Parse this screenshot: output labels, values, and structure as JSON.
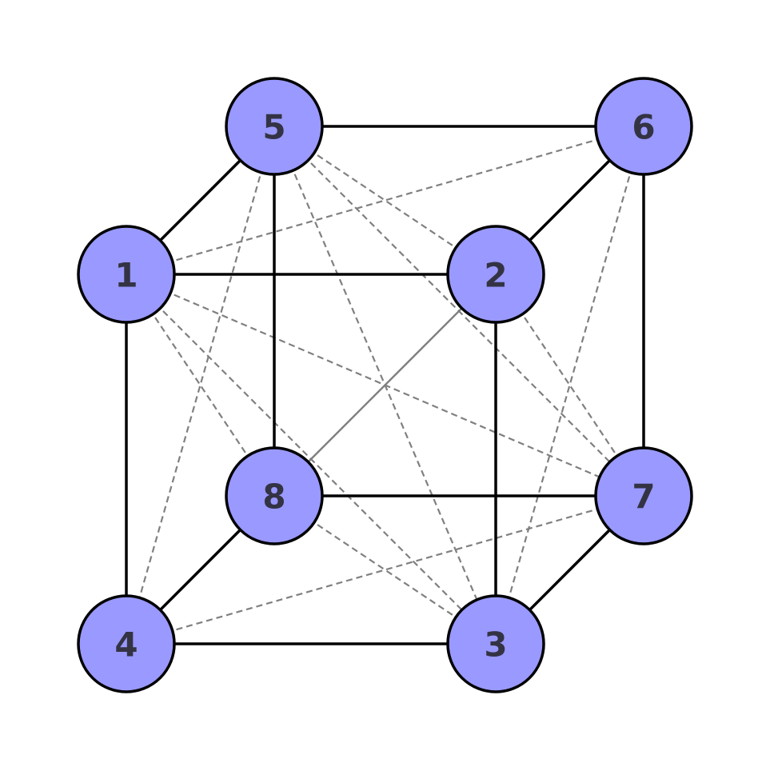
{
  "diagram": {
    "type": "graph",
    "node_fill": "#9999ff",
    "node_stroke": "#000000",
    "label_color": "#333344",
    "solid_edge_color": "#000000",
    "dashed_edge_color": "#808080",
    "nodes": [
      {
        "id": "1",
        "label": "1"
      },
      {
        "id": "2",
        "label": "2"
      },
      {
        "id": "3",
        "label": "3"
      },
      {
        "id": "4",
        "label": "4"
      },
      {
        "id": "5",
        "label": "5"
      },
      {
        "id": "6",
        "label": "6"
      },
      {
        "id": "7",
        "label": "7"
      },
      {
        "id": "8",
        "label": "8"
      }
    ],
    "edges": [
      {
        "from": "5",
        "to": "6",
        "style": "solid"
      },
      {
        "from": "1",
        "to": "2",
        "style": "solid"
      },
      {
        "from": "8",
        "to": "7",
        "style": "solid"
      },
      {
        "from": "4",
        "to": "3",
        "style": "solid"
      },
      {
        "from": "1",
        "to": "4",
        "style": "solid"
      },
      {
        "from": "5",
        "to": "8",
        "style": "solid"
      },
      {
        "from": "2",
        "to": "3",
        "style": "solid"
      },
      {
        "from": "6",
        "to": "7",
        "style": "solid"
      },
      {
        "from": "1",
        "to": "5",
        "style": "solid"
      },
      {
        "from": "2",
        "to": "6",
        "style": "solid"
      },
      {
        "from": "4",
        "to": "8",
        "style": "solid"
      },
      {
        "from": "3",
        "to": "7",
        "style": "solid"
      },
      {
        "from": "2",
        "to": "8",
        "style": "thin"
      },
      {
        "from": "1",
        "to": "6",
        "style": "dashed"
      },
      {
        "from": "1",
        "to": "7",
        "style": "dashed"
      },
      {
        "from": "1",
        "to": "8",
        "style": "dashed"
      },
      {
        "from": "1",
        "to": "3",
        "style": "dashed"
      },
      {
        "from": "5",
        "to": "2",
        "style": "dashed"
      },
      {
        "from": "5",
        "to": "7",
        "style": "dashed"
      },
      {
        "from": "5",
        "to": "3",
        "style": "dashed"
      },
      {
        "from": "5",
        "to": "4",
        "style": "dashed"
      },
      {
        "from": "6",
        "to": "3",
        "style": "dashed"
      },
      {
        "from": "2",
        "to": "7",
        "style": "dashed"
      },
      {
        "from": "8",
        "to": "3",
        "style": "dashed"
      },
      {
        "from": "4",
        "to": "7",
        "style": "dashed"
      }
    ]
  }
}
